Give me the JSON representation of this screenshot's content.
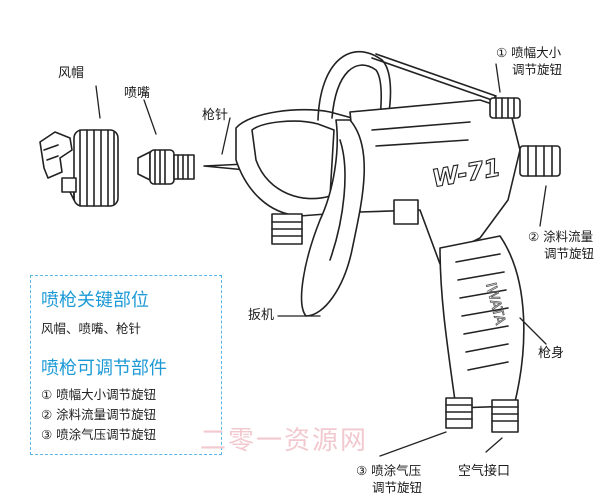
{
  "labels": {
    "air_cap": "风帽",
    "nozzle": "喷嘴",
    "needle": "枪针",
    "knob1_line1": "① 喷幅大小",
    "knob1_line2": "调节旋钮",
    "knob2_line1": "② 涂料流量",
    "knob2_line2": "调节旋钮",
    "trigger": "扳机",
    "body": "枪身",
    "knob3_line1": "③ 喷涂气压",
    "knob3_line2": "调节旋钮",
    "air_inlet": "空气接口",
    "gun_model": "W-71",
    "grip_text": "IWATA"
  },
  "panel": {
    "title1": "喷枪关键部位",
    "parts": "风帽、喷嘴、枪针",
    "title2": "喷枪可调节部件",
    "items": [
      "① 喷幅大小调节旋钮",
      "② 涂料流量调节旋钮",
      "③ 喷涂气压调节旋钮"
    ]
  },
  "watermark": "二零一资源网"
}
